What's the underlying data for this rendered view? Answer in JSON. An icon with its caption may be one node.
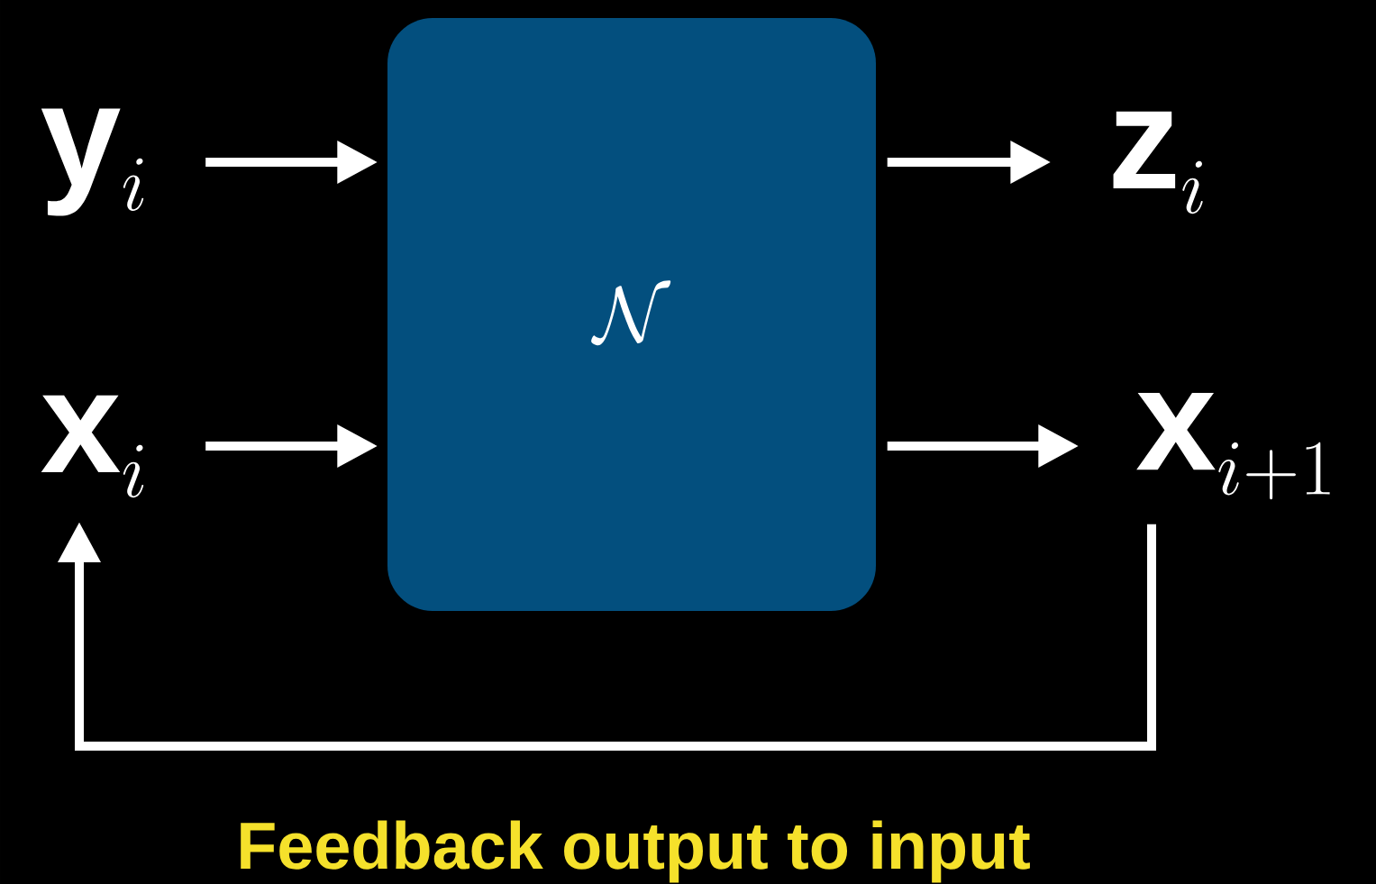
{
  "diagram": {
    "nodes": [
      {
        "text": [
          "\\mathbf{y}_i"
        ]
      },
      {
        "text": [
          "\\mathbf{x}_i"
        ]
      },
      {
        "text": [
          "\\mathcal{N}"
        ]
      },
      {
        "text": [
          "\\mathbf{z}_i"
        ]
      },
      {
        "text": [
          "\\mathbf{x}_{i+1}"
        ]
      }
    ],
    "edges": [
      {
        "from": 0,
        "to": 2,
        "arrow": "to"
      },
      {
        "from": 1,
        "to": 2,
        "arrow": "to"
      },
      {
        "from": 2,
        "to": 3,
        "arrow": "to"
      },
      {
        "from": 2,
        "to": 4,
        "arrow": "to"
      },
      {
        "from": 4,
        "to": 1,
        "arrow": "to",
        "label": "Feedback output to input"
      }
    ]
  }
}
